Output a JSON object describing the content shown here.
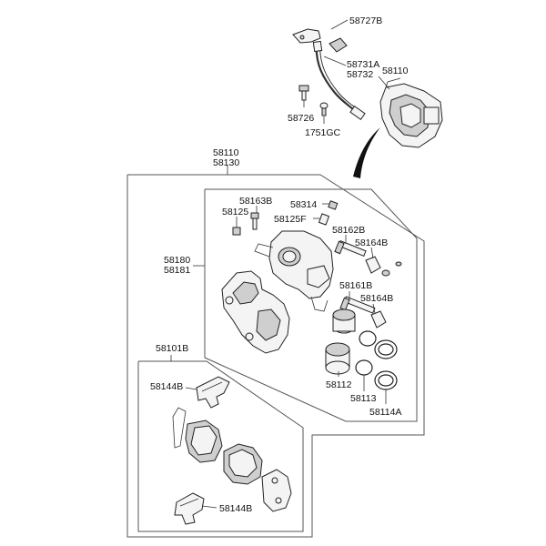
{
  "labels": {
    "p58727B": "58727B",
    "p58731A": "58731A",
    "p58732": "58732",
    "p58110_top": "58110",
    "p58726": "58726",
    "p1751GC": "1751GC",
    "p58110": "58110",
    "p58130": "58130",
    "p58163B": "58163B",
    "p58314": "58314",
    "p58125": "58125",
    "p58125F": "58125F",
    "p58162B": "58162B",
    "p58164B_a": "58164B",
    "p58180": "58180",
    "p58181": "58181",
    "p58161B": "58161B",
    "p58164B_b": "58164B",
    "p58112": "58112",
    "p58113": "58113",
    "p58114A": "58114A",
    "p58101B": "58101B",
    "p58144B_a": "58144B",
    "p58144B_b": "58144B"
  }
}
